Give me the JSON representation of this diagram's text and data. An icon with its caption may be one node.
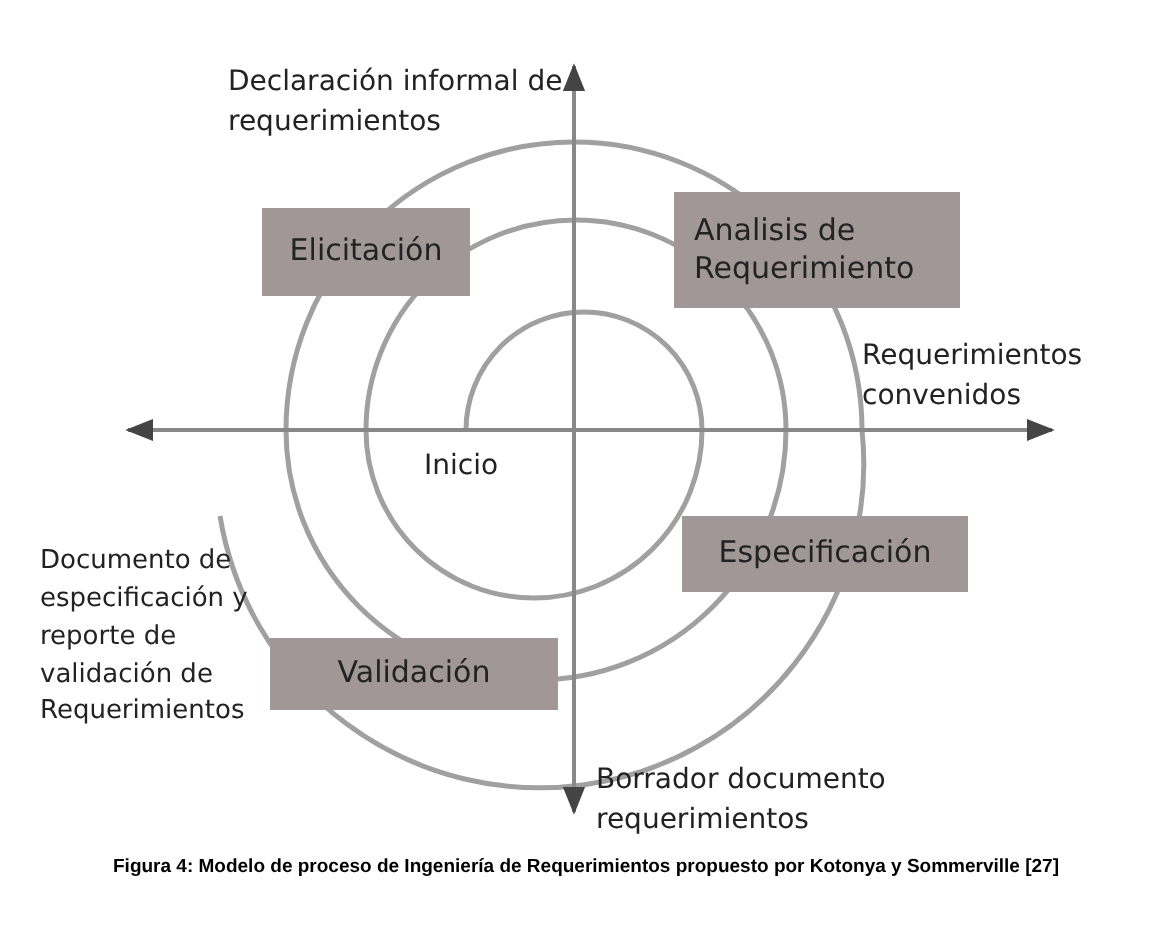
{
  "diagram": {
    "caption": "Figura 4: Modelo de proceso de Ingeniería de Requerimientos propuesto por  Kotonya y Sommerville [27]",
    "nodes": [
      {
        "text": [
          "Elicitación"
        ]
      },
      {
        "text": [
          "Analisis de Requerimiento"
        ]
      },
      {
        "text": [
          "Especificación"
        ]
      },
      {
        "text": [
          "Validación"
        ]
      }
    ],
    "labels": [
      "Declaración informal de requerimientos",
      "Requerimientos convenidos",
      "Inicio",
      "Documento de especificación y reporte de validación de Requerimientos",
      "Borrador documento requerimientos"
    ]
  }
}
